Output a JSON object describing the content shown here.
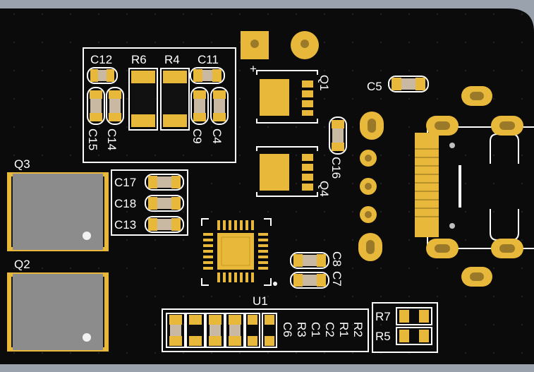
{
  "board": {
    "title": "",
    "colors": {
      "background": "#9aa3ad",
      "soldermask": "#0b0b0b",
      "copper": "#e8b83a",
      "silkscreen": "#ffffff",
      "ic_body": "#8c8c8c"
    }
  },
  "labels": {
    "c12": "C12",
    "r6": "R6",
    "r4": "R4",
    "c11": "C11",
    "c15": "C15",
    "c14": "C14",
    "c9": "C9",
    "c4": "C4",
    "q1": "Q1",
    "q4": "Q4",
    "q3": "Q3",
    "q2": "Q2",
    "c5": "C5",
    "c16": "C16",
    "c17": "C17",
    "c18": "C18",
    "c13": "C13",
    "c8": "C8",
    "c7": "C7",
    "u1": "U1",
    "r7": "R7",
    "r5": "R5",
    "r2": "R2",
    "r1": "R1",
    "c2": "C2",
    "c1": "C1",
    "r3": "R3",
    "c6": "C6",
    "plus": "+"
  }
}
